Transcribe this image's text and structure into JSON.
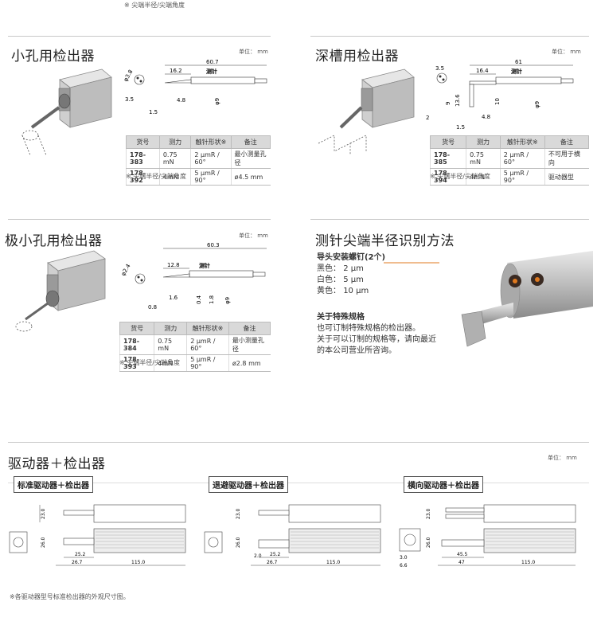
{
  "top_note": "※ 尖端半径/尖端角度",
  "unit_label": "单位： mm",
  "sections": {
    "small_hole": {
      "title": "小孔用检出器",
      "dims": {
        "length": "60.7",
        "d1": "16.2",
        "probe": "测针",
        "dia": "φ3.8",
        "r": "3.5",
        "len2": "4.8",
        "len3": "1.5",
        "dia9": "φ9"
      },
      "headers": [
        "货号",
        "测力",
        "触针形状※",
        "备注"
      ],
      "rows": [
        {
          "model": "178-383",
          "force": "0.75 mN",
          "shape": "2 μmR / 60°",
          "remark": "最小测量孔径"
        },
        {
          "model": "178-392",
          "force": "4mN",
          "shape": "5 μmR / 90°",
          "remark": "ø4.5 mm"
        }
      ],
      "note": "※ 尖端半径/尖端角度"
    },
    "deep_groove": {
      "title": "深槽用检出器",
      "dims": {
        "length": "61",
        "d1": "16.4",
        "probe": "测针",
        "r": "3.5",
        "h1": "9",
        "h2": "13.6",
        "h3": "10",
        "w": "2",
        "len2": "4.8",
        "len3": "1.5",
        "dia9": "φ9"
      },
      "headers": [
        "货号",
        "测力",
        "触针形状※",
        "备注"
      ],
      "rows": [
        {
          "model": "178-385",
          "force": "0.75 mN",
          "shape": "2 μmR / 60°",
          "remark": "不可用于横向"
        },
        {
          "model": "178-394",
          "force": "4mN",
          "shape": "5 μmR / 90°",
          "remark": "驱动器型"
        }
      ],
      "note": "※ 尖端半径/尖端角度"
    },
    "micro_hole": {
      "title": "极小孔用检出器",
      "dims": {
        "length": "60.3",
        "d1": "12.8",
        "probe": "测针",
        "dia": "φ2.4",
        "len2": "1.6",
        "len3": "0.8",
        "h1": "0.4",
        "h2": "1.8",
        "dia9": "φ9"
      },
      "headers": [
        "货号",
        "测力",
        "触针形状※",
        "备注"
      ],
      "rows": [
        {
          "model": "178-384",
          "force": "0.75 mN",
          "shape": "2 μmR / 60°",
          "remark": "最小测量孔径"
        },
        {
          "model": "178-393",
          "force": "4mN",
          "shape": "5 μmR / 90°",
          "remark": "ø2.8 mm"
        }
      ],
      "note": "※ 尖端半径/尖端角度"
    },
    "identify": {
      "title": "测针尖端半径识别方法",
      "guide_title": "导头安装螺钉(2个)",
      "items": [
        {
          "color": "黑色：",
          "value": "2 μm"
        },
        {
          "color": "白色：",
          "value": "5 μm"
        },
        {
          "color": "黄色：",
          "value": "10 μm"
        }
      ],
      "special_title": "关于特殊规格",
      "special_lines": [
        "也可订制特殊规格的检出器。",
        "关于可以订制的规格等，请向最近",
        "的本公司营业所咨询。"
      ]
    },
    "drive": {
      "title": "驱动器＋检出器",
      "boxes": [
        {
          "label": "标准驱动器＋检出器",
          "d1": "23.0",
          "d2": "26.0",
          "w1": "25.2",
          "w2": "26.7",
          "total": "115.0"
        },
        {
          "label": "退避驱动器＋检出器",
          "d1": "23.0",
          "d2": "26.0",
          "w0": "2.0",
          "w1": "25.2",
          "w2": "26.7",
          "total": "115.0"
        },
        {
          "label": "横向驱动器＋检出器",
          "d1": "23.0",
          "d2": "26.0",
          "w0": "3.0",
          "w3": "6.6",
          "w1": "45.5",
          "w2": "47",
          "total": "115.0"
        }
      ],
      "footnote": "※各驱动器型号标准检出器的外观尺寸图。"
    }
  }
}
